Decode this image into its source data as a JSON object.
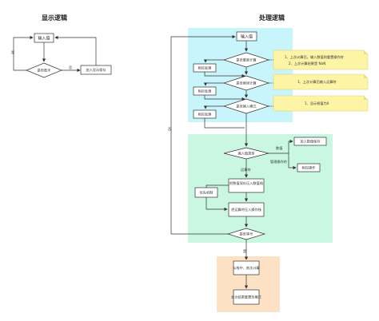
{
  "titles": {
    "left": "显示逻辑",
    "right": "处理逻辑"
  },
  "left_flow": {
    "input": "输入值",
    "decision": "是否数字",
    "add_display": "加入显示保存",
    "yes": "是",
    "no": "否"
  },
  "right_flow": {
    "input": "输入值",
    "d_recompute": "是否重新计算",
    "handle1": "相应处理",
    "d_continue": "是否继续计算",
    "handle2": "相应处理",
    "d_mode": "是否输入模式",
    "handle3": "相应处理",
    "d_type": "输入值类型",
    "type_value": "数值",
    "type_manage": "管理操作符",
    "add_value_save": "加入数值保存",
    "related_op": "相应操作",
    "operator": "运算符",
    "save_value_stack": "把数值保存压入数值栈",
    "priority": "优先机制",
    "save_op_stack": "把运算符压入操作栈",
    "d_equal": "是否等号",
    "yes": "是",
    "no": "否",
    "calc_from_stack": "从栈中、依次计算",
    "display_result": "显示结果重置至模式"
  },
  "notes": {
    "note1_line1": "1、上次计算后，输入数值则重置操作符",
    "note1_line2": "2、上次计算结果是 NaN",
    "note2": "1、上次计算后输入运算符",
    "note3": "1、显示框值为0"
  },
  "colors": {
    "cyan_region": "#c8f4fb",
    "mint_region": "#c9f7e2",
    "peach_region": "#fde1c5",
    "note_yellow": "#fdf4a6"
  }
}
